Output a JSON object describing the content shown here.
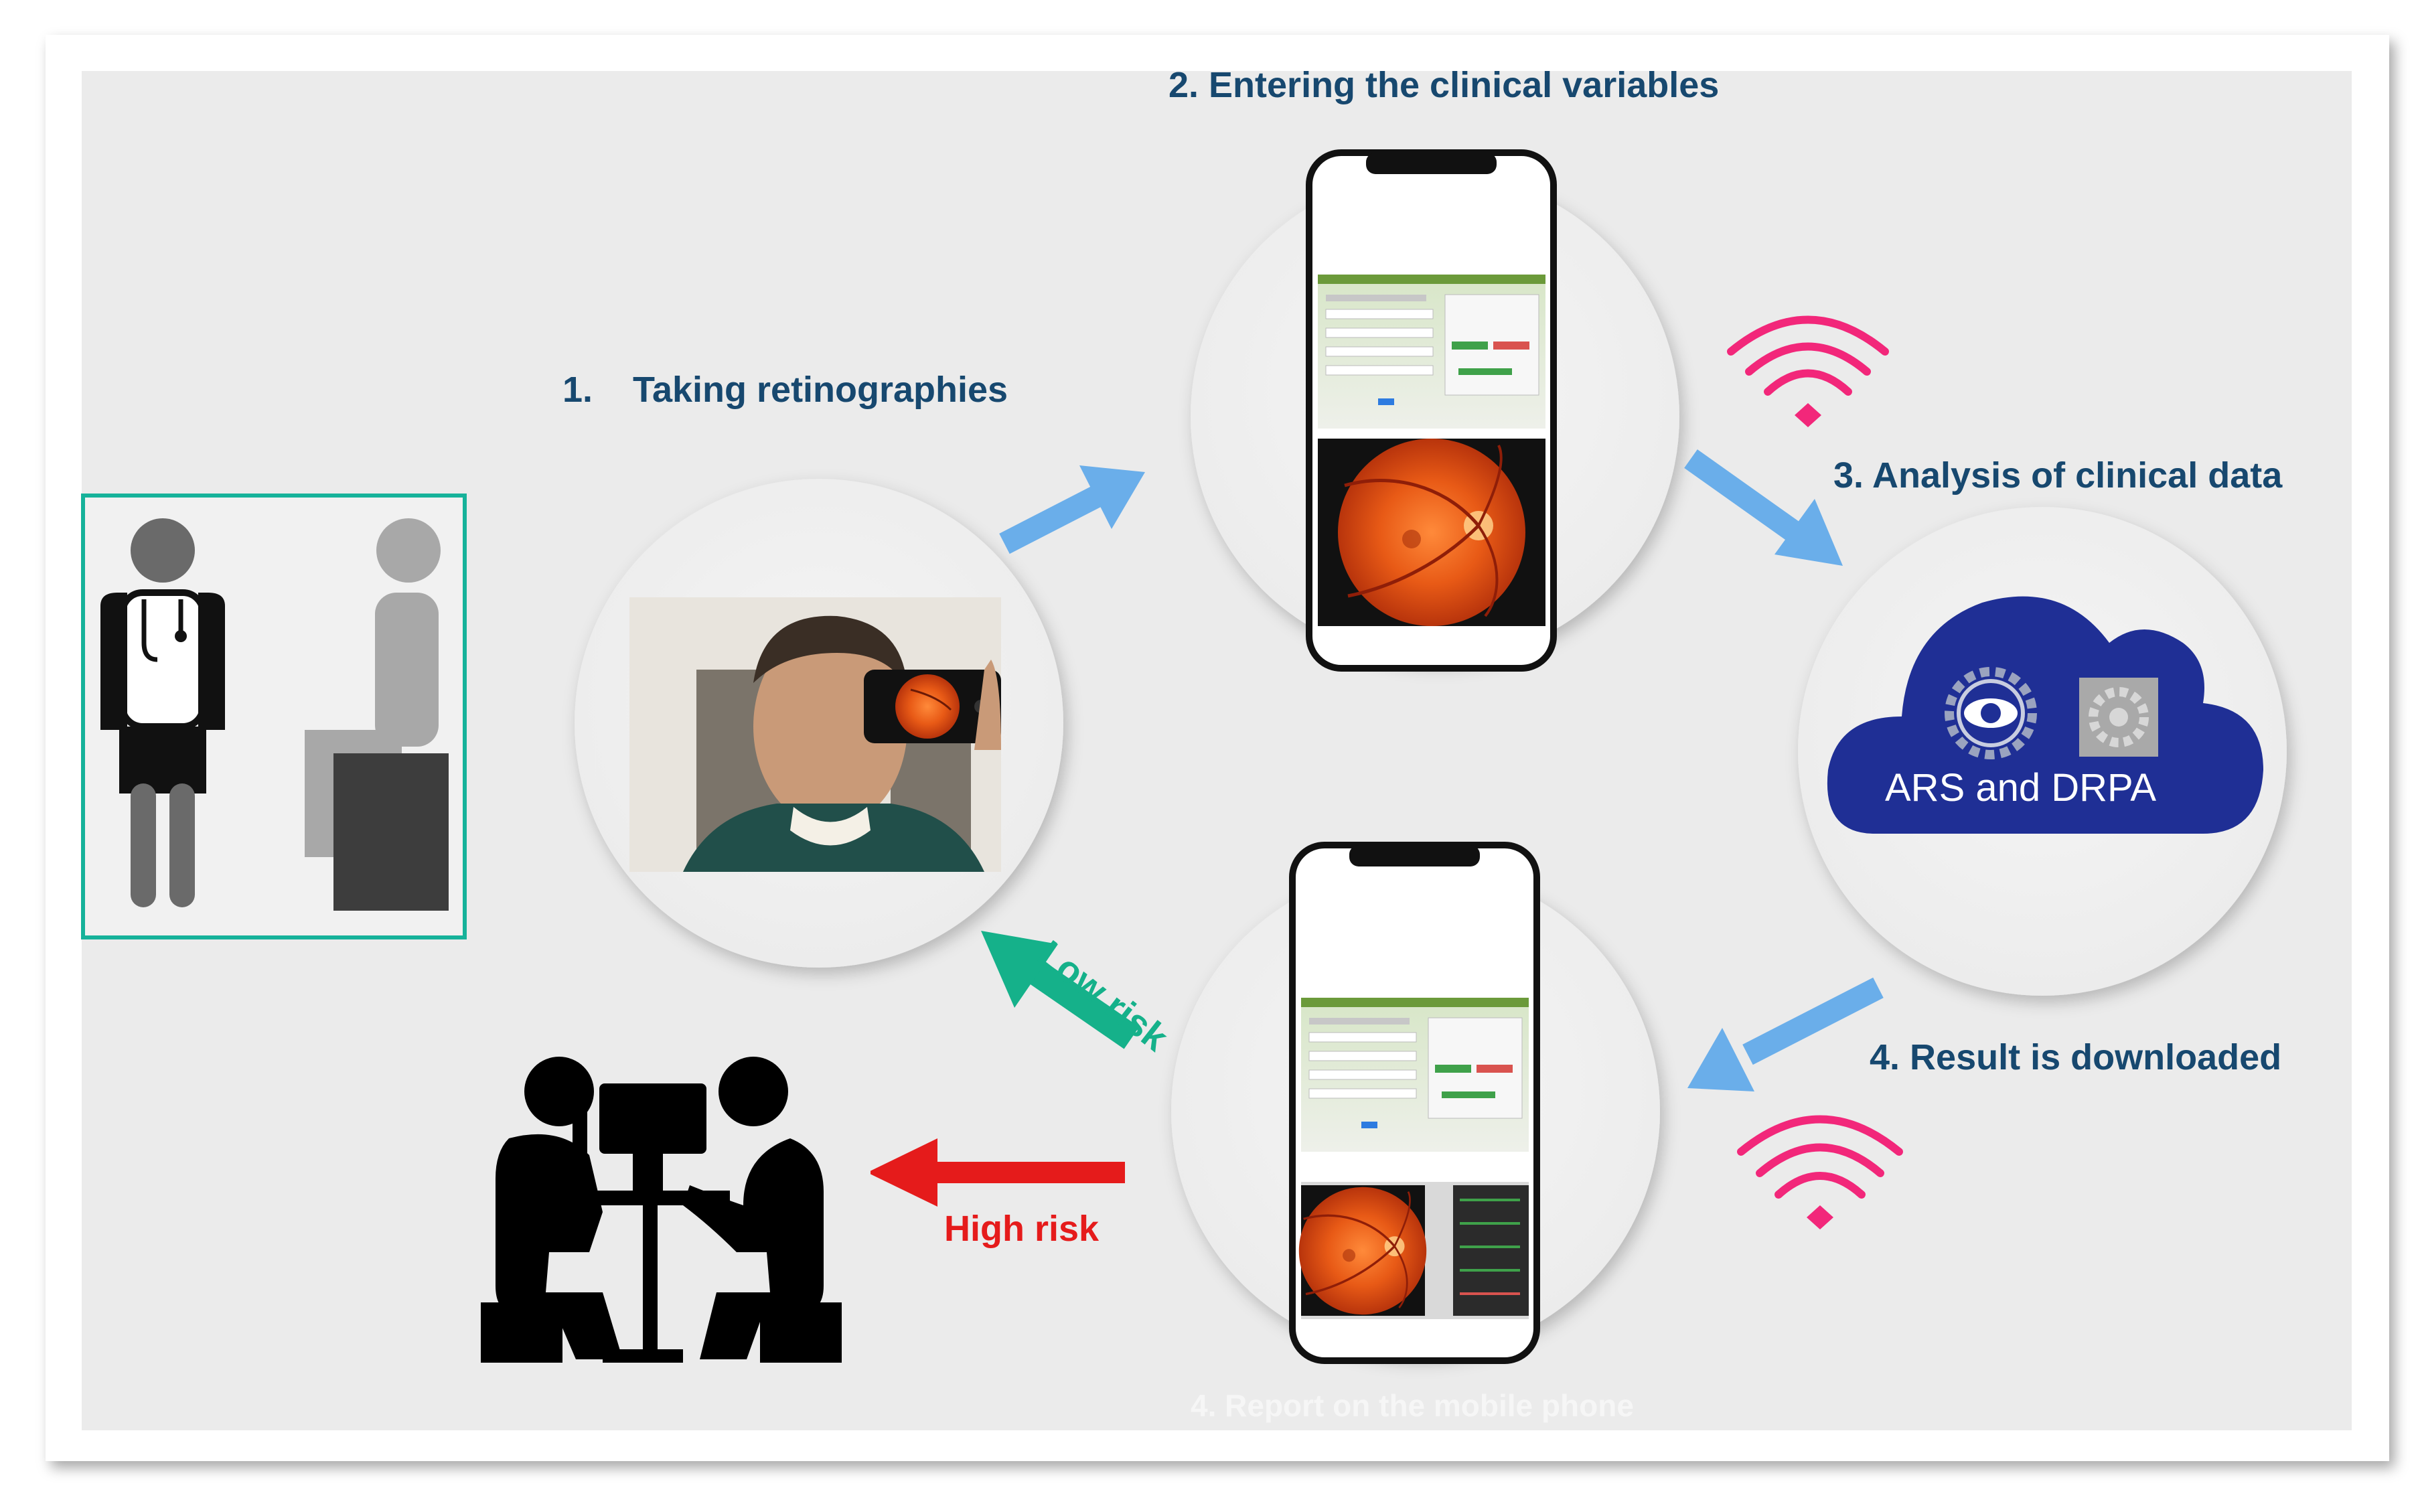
{
  "steps": {
    "step1_number": "1.",
    "step1_label": "Taking retinographies",
    "step2_label": "2. Entering the clinical variables",
    "step3_label": "3. Analysis of clinical data",
    "step4_label": "4. Result is downloaded",
    "step4b_label": "4. Report on the mobile phone"
  },
  "cloud": {
    "label": "ARS and DRPA"
  },
  "branches": {
    "low_risk_label": "Low risk",
    "high_risk_label": "High risk"
  },
  "colors": {
    "background": "#ebebeb",
    "title_text": "#17486f",
    "flow_arrow": "#6aaeea",
    "low_risk": "#15b18a",
    "high_risk": "#e51b1b",
    "wifi": "#f2277a",
    "cloud": "#1f2f95",
    "teal_frame": "#16b29a"
  },
  "icons": [
    "doctor-icon",
    "patient-icon",
    "wifi-icon",
    "cloud-icon",
    "eye-gear-icon",
    "gear-icon",
    "consultation-icon",
    "smartphone-icon",
    "retina-image"
  ]
}
